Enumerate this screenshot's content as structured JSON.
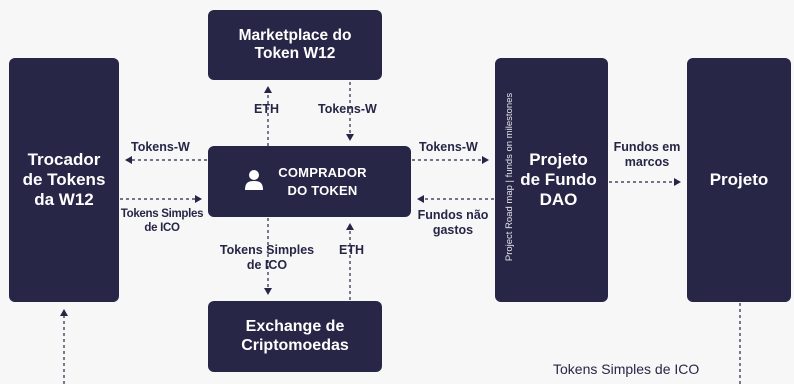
{
  "boxes": {
    "trocador": "Trocador\nde Tokens\nda W12",
    "marketplace": "Marketplace do\nToken W12",
    "comprador": "COMPRADOR\nDO TOKEN",
    "exchange": "Exchange de\nCriptomoedas",
    "fundo": "Projeto\nde Fundo\nDAO",
    "fundo_vertical": "Project Road map | funds on milestones",
    "projeto": "Projeto"
  },
  "labels": {
    "eth_top": "ETH",
    "tokens_w_top": "Tokens-W",
    "tokens_w_left": "Tokens-W",
    "tokens_simples_left": "Tokens Simples\nde ICO",
    "tokens_w_right": "Tokens-W",
    "fundos_nao_gastos": "Fundos não\ngastos",
    "tokens_simples_bottom": "Tokens Simples\nde ICO",
    "eth_bottom": "ETH",
    "fundos_em_marcos": "Fundos em\nmarcos",
    "tokens_simples_footer": "Tokens Simples de ICO"
  },
  "colors": {
    "box": "#272646",
    "line": "#272646",
    "background": "#f7f7f7"
  },
  "icons": {
    "comprador": "user-icon"
  }
}
